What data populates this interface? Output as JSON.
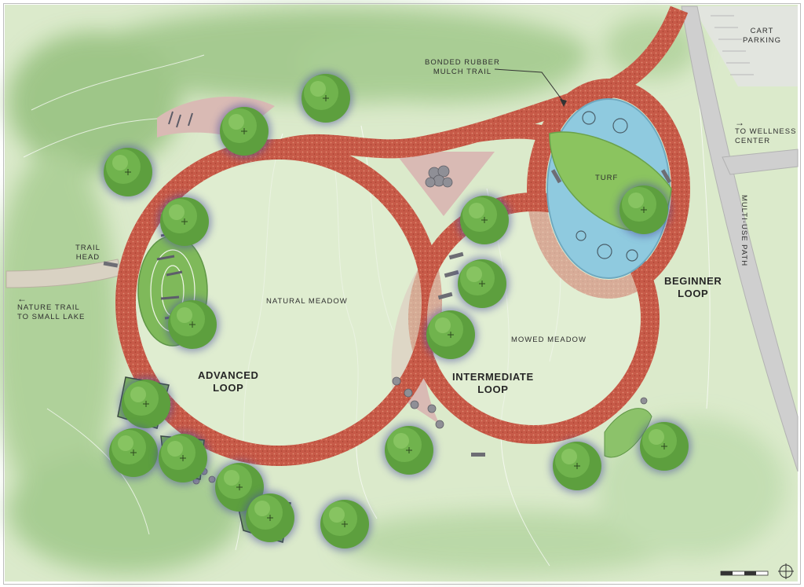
{
  "labels": {
    "cart_parking": [
      "CART",
      "PARKING"
    ],
    "bonded_trail": [
      "BONDED RUBBER",
      "MULCH TRAIL"
    ],
    "wellness": [
      "TO WELLNESS",
      "CENTER"
    ],
    "turf": "TURF",
    "multi_use_path": "MULTI-USE PATH",
    "trail_head": [
      "TRAIL",
      "HEAD"
    ],
    "nature_trail": [
      "NATURE TRAIL",
      "TO SMALL LAKE"
    ],
    "natural_meadow": "NATURAL MEADOW",
    "mowed_meadow": "MOWED MEADOW",
    "advanced_loop": [
      "ADVANCED",
      "LOOP"
    ],
    "intermediate_loop": [
      "INTERMEDIATE",
      "LOOP"
    ],
    "beginner_loop": [
      "BEGINNER",
      "LOOP"
    ]
  },
  "arrows": {
    "right": "→",
    "left": "←"
  },
  "colors": {
    "grass": "#d6e8c7",
    "trail": "#c9584a",
    "tree": "#5b9a3c",
    "tree_shadow": "#5a5aa0",
    "water_play": "#8ec9de",
    "plaza": "#d9b9b3",
    "path": "#c8c8c8"
  }
}
